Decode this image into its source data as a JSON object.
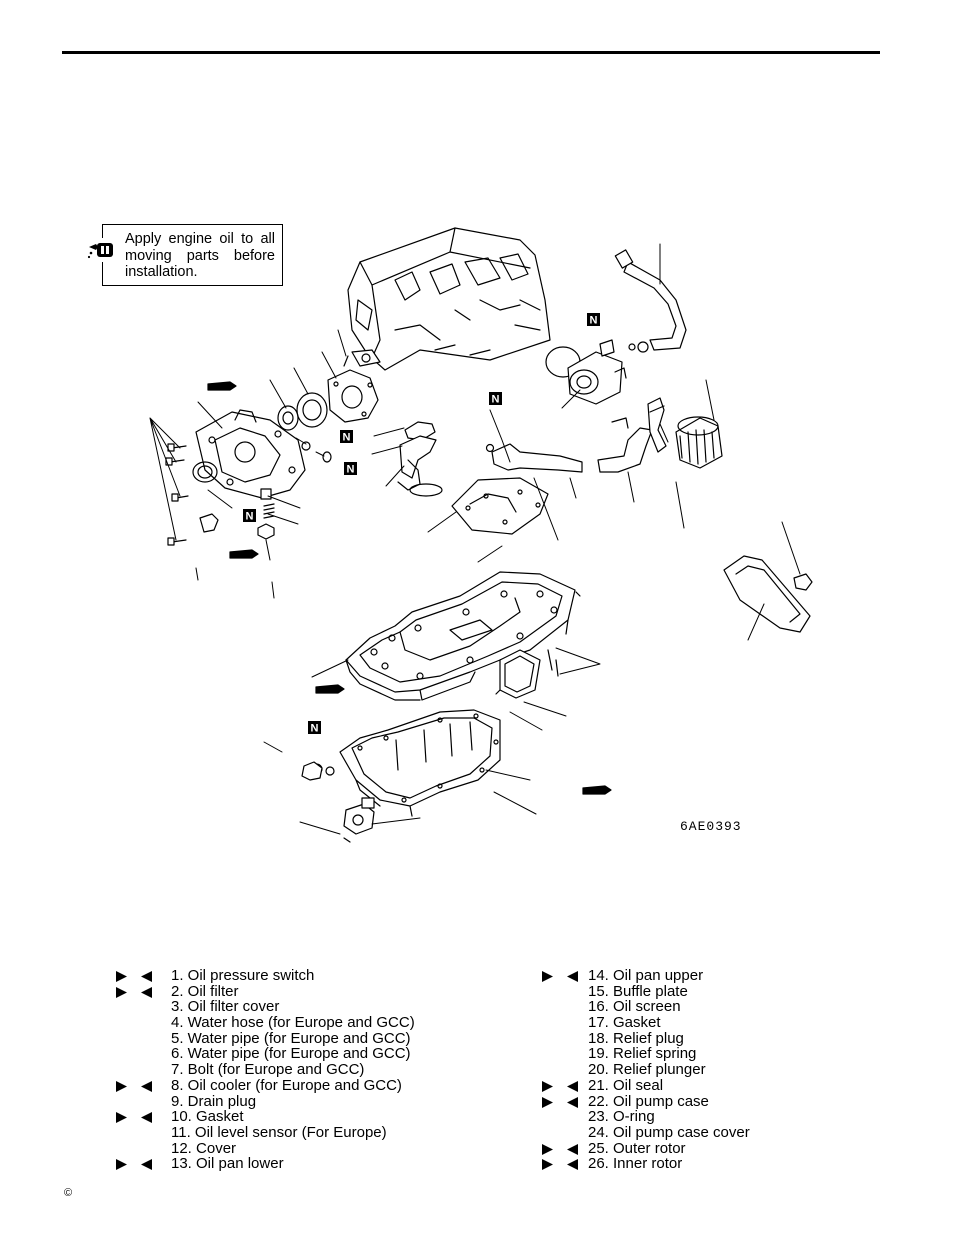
{
  "callout": {
    "text": "Apply engine oil to all moving parts before installation.",
    "icon": "oil-can-icon"
  },
  "figure_code": "6AE0393",
  "new_part_mark": "N",
  "legend": {
    "left": [
      {
        "marks": true,
        "text": "1. Oil pressure switch"
      },
      {
        "marks": true,
        "text": "2. Oil filter"
      },
      {
        "marks": false,
        "text": "3. Oil filter cover"
      },
      {
        "marks": false,
        "text": "4. Water hose (for Europe and GCC)"
      },
      {
        "marks": false,
        "text": "5. Water pipe (for Europe and GCC)"
      },
      {
        "marks": false,
        "text": "6. Water pipe (for Europe and GCC)"
      },
      {
        "marks": false,
        "text": "7. Bolt (for Europe and GCC)"
      },
      {
        "marks": true,
        "text": "8. Oil cooler (for Europe and GCC)"
      },
      {
        "marks": false,
        "text": "9. Drain plug"
      },
      {
        "marks": true,
        "text": "10. Gasket"
      },
      {
        "marks": false,
        "text": "11. Oil level sensor (For Europe)"
      },
      {
        "marks": false,
        "text": "12. Cover"
      },
      {
        "marks": true,
        "text": "13. Oil pan lower"
      }
    ],
    "right": [
      {
        "marks": true,
        "text": "14. Oil pan upper"
      },
      {
        "marks": false,
        "text": "15. Buffle plate"
      },
      {
        "marks": false,
        "text": "16. Oil screen"
      },
      {
        "marks": false,
        "text": "17. Gasket"
      },
      {
        "marks": false,
        "text": "18. Relief plug"
      },
      {
        "marks": false,
        "text": "19. Relief spring"
      },
      {
        "marks": false,
        "text": "20. Relief plunger"
      },
      {
        "marks": true,
        "text": "21. Oil seal"
      },
      {
        "marks": true,
        "text": "22. Oil pump case"
      },
      {
        "marks": false,
        "text": "23. O-ring"
      },
      {
        "marks": false,
        "text": "24. Oil pump case cover"
      },
      {
        "marks": true,
        "text": "25. Outer rotor"
      },
      {
        "marks": true,
        "text": "26. Inner rotor"
      }
    ]
  },
  "copyright": "©"
}
